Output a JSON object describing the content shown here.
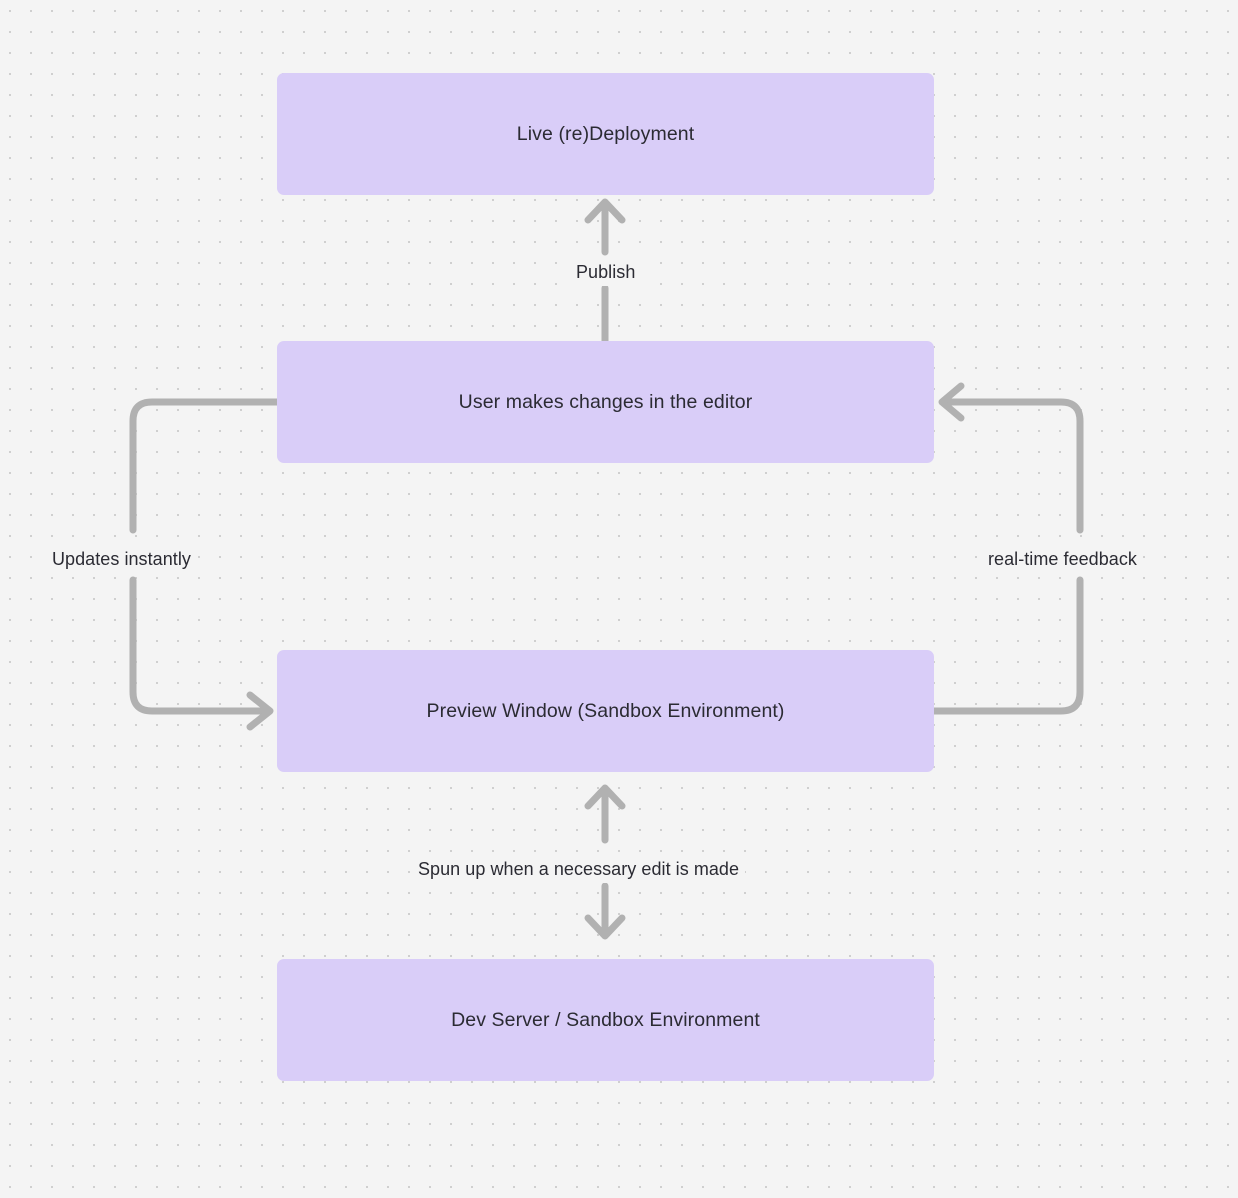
{
  "diagram": {
    "type": "flowchart",
    "background_color": "#f4f4f4",
    "grid": "dotted",
    "node_color": "#d9cdf8",
    "edge_color": "#b1b1b1",
    "text_color": "#2b2b33",
    "nodes": [
      {
        "id": "live",
        "label": "Live (re)Deployment"
      },
      {
        "id": "user",
        "label": "User makes changes in the editor"
      },
      {
        "id": "preview",
        "label": "Preview Window (Sandbox Environment)"
      },
      {
        "id": "devserver",
        "label": "Dev Server / Sandbox Environment"
      }
    ],
    "edges": [
      {
        "id": "publish",
        "from": "user",
        "to": "live",
        "label": "Publish",
        "direction": "up"
      },
      {
        "id": "updates",
        "from": "user",
        "to": "preview",
        "label": "Updates instantly",
        "direction": "left-loop-down"
      },
      {
        "id": "realtime",
        "from": "preview",
        "to": "user",
        "label": "real-time feedback",
        "direction": "right-loop-up"
      },
      {
        "id": "spunup",
        "from": "preview",
        "to": "devserver",
        "label": "Spun up when a necessary edit is made",
        "direction": "bidirectional"
      }
    ]
  }
}
